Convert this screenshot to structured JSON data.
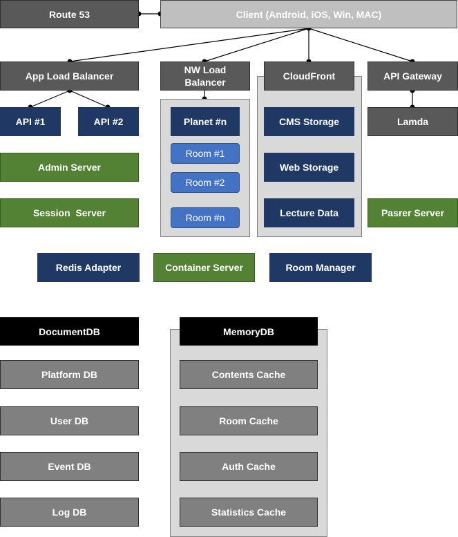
{
  "nodes": {
    "route53": "Route 53",
    "client": "Client (Android, iOS, Win, MAC)",
    "app_lb": "App Load Balancer",
    "nw_lb": "NW Load Balancer",
    "cloudfront": "CloudFront",
    "api_gateway": "API Gateway",
    "api1": "API #1",
    "api2": "API #2",
    "planet": "Planet #n",
    "room1": "Room #1",
    "room2": "Room #2",
    "roomn": "Room #n",
    "cms_storage": "CMS Storage",
    "lamda": "Lamda",
    "admin_server": "Admin Server",
    "web_storage": "Web Storage",
    "session_server": "Session  Server",
    "lecture_data": "Lecture Data",
    "parser_server": "Pasrer Server",
    "redis_adapter": "Redis Adapter",
    "container_server": "Container Server",
    "room_manager": "Room Manager",
    "documentdb": "DocumentDB",
    "memorydb": "MemoryDB",
    "platform_db": "Platform DB",
    "contents_cache": "Contents Cache",
    "user_db": "User DB",
    "room_cache": "Room Cache",
    "event_db": "Event DB",
    "auth_cache": "Auth Cache",
    "log_db": "Log DB",
    "statistics_cache": "Statistics Cache"
  },
  "colors": {
    "dark_gray": "#595959",
    "light_gray": "#bfbfbf",
    "navy": "#1f3864",
    "green": "#548235",
    "room_blue": "#4472c4",
    "black": "#000000",
    "db_gray": "#808080",
    "group_fill": "#d9d9d9"
  },
  "edges": [
    [
      "route53",
      "client"
    ],
    [
      "client",
      "app_lb"
    ],
    [
      "client",
      "nw_lb"
    ],
    [
      "client",
      "cloudfront"
    ],
    [
      "client",
      "api_gateway"
    ],
    [
      "app_lb",
      "api1"
    ],
    [
      "app_lb",
      "api2"
    ],
    [
      "nw_lb",
      "planet"
    ],
    [
      "api_gateway",
      "lamda"
    ]
  ]
}
